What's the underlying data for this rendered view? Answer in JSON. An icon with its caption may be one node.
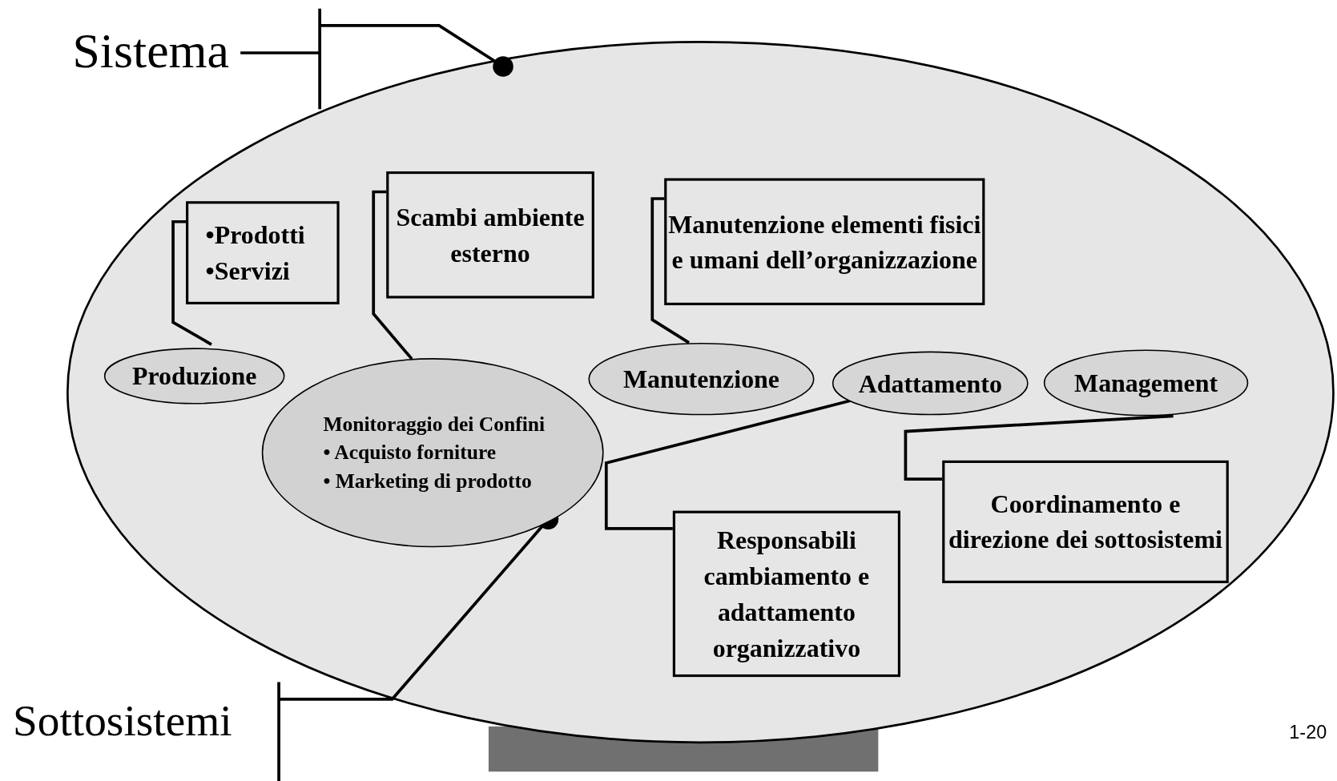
{
  "diagram": {
    "nodes": [
      {
        "text": [
          "Sistema"
        ]
      },
      {
        "text": [],
        "shape": "ellipse"
      },
      {
        "text": [
          "•Prodotti",
          "•Servizi"
        ],
        "in": 1
      },
      {
        "text": [
          "Scambi ambiente esterno"
        ],
        "in": 1
      },
      {
        "text": [
          "Manutenzione elementi fisici e umani dell’organizzazione"
        ],
        "in": 1
      },
      {
        "text": [
          "Produzione"
        ],
        "in": 1
      },
      {
        "text": [
          "Monitoraggio dei Confini",
          "• Acquisto forniture",
          "• Marketing di prodotto"
        ],
        "in": 1
      },
      {
        "text": [
          "Manutenzione"
        ],
        "in": 1
      },
      {
        "text": [
          "Adattamento"
        ],
        "in": 1
      },
      {
        "text": [
          "Management"
        ],
        "in": 1
      },
      {
        "text": [
          "Coordinamento e direzione dei sottosistemi"
        ],
        "in": 1
      },
      {
        "text": [
          "Responsabili cambiamento e adattamento organizzativo"
        ],
        "in": 1
      },
      {
        "text": [
          "Sottosistemi"
        ]
      },
      {
        "text": [],
        "shape": "bar"
      }
    ],
    "edges": [
      {
        "from": 0,
        "to": 1,
        "arrow": "other"
      },
      {
        "from": 2,
        "to": 5,
        "arrow": "none"
      },
      {
        "from": 3,
        "to": 6,
        "arrow": "none"
      },
      {
        "from": 4,
        "to": 7,
        "arrow": "none"
      },
      {
        "from": 11,
        "to": 8,
        "arrow": "none"
      },
      {
        "from": 10,
        "to": 9,
        "arrow": "none"
      },
      {
        "from": 12,
        "to": 6,
        "arrow": "other"
      }
    ],
    "labels": [
      "1-20"
    ]
  }
}
